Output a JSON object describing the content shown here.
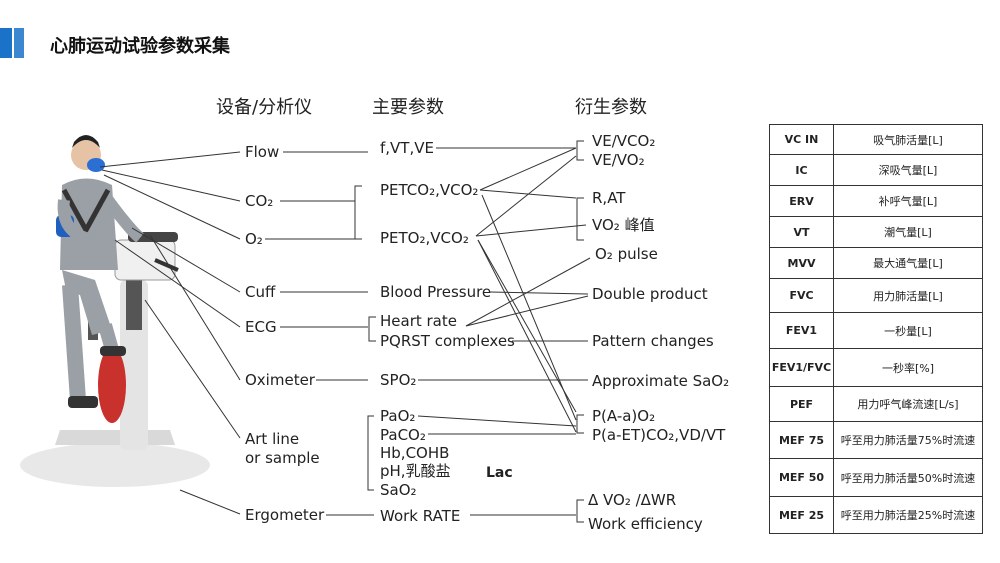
{
  "page": {
    "title": "心肺运动试验参数采集",
    "accent_color": "#1a73c8"
  },
  "headers": {
    "equipment": "设备/分析仪",
    "main_params": "主要参数",
    "derived_params": "衍生参数"
  },
  "equipment": [
    {
      "id": "flow",
      "label": "Flow"
    },
    {
      "id": "co2",
      "label": "CO₂"
    },
    {
      "id": "o2",
      "label": "O₂"
    },
    {
      "id": "cuff",
      "label": "Cuff"
    },
    {
      "id": "ecg",
      "label": "ECG"
    },
    {
      "id": "oximeter",
      "label": "Oximeter"
    },
    {
      "id": "artline1",
      "label": "Art line"
    },
    {
      "id": "artline2",
      "label": "or sample"
    },
    {
      "id": "ergometer",
      "label": "Ergometer"
    }
  ],
  "main": [
    {
      "id": "fvt",
      "label": "f,VT,VE"
    },
    {
      "id": "petco2",
      "label": "PETCO₂,VCO₂"
    },
    {
      "id": "peto2",
      "label": "PETO₂,VCO₂"
    },
    {
      "id": "bp",
      "label": "Blood Pressure"
    },
    {
      "id": "hr",
      "label": "Heart rate"
    },
    {
      "id": "pqrst",
      "label": "PQRST complexes"
    },
    {
      "id": "spo2",
      "label": "SPO₂"
    },
    {
      "id": "pao2",
      "label": "PaO₂"
    },
    {
      "id": "paco2",
      "label": "PaCO₂"
    },
    {
      "id": "hb",
      "label": "Hb,COHB"
    },
    {
      "id": "ph",
      "label": "pH,乳酸盐"
    },
    {
      "id": "sao2",
      "label": "SaO₂"
    },
    {
      "id": "work",
      "label": "Work RATE"
    }
  ],
  "lac_label": "Lac",
  "derived": [
    {
      "id": "veco2",
      "label": "VE/VCO₂"
    },
    {
      "id": "veo2",
      "label": "VE/VO₂"
    },
    {
      "id": "rat",
      "label": "R,AT"
    },
    {
      "id": "vo2peak",
      "label": "VO₂ 峰值"
    },
    {
      "id": "o2pulse",
      "label": "O₂ pulse"
    },
    {
      "id": "dprod",
      "label": "Double product"
    },
    {
      "id": "pattern",
      "label": "Pattern changes"
    },
    {
      "id": "asao2",
      "label": "Approximate SaO₂"
    },
    {
      "id": "pao2diff",
      "label": "P(A-a)O₂"
    },
    {
      "id": "paet",
      "label": "P(a-ET)CO₂,VD/VT"
    },
    {
      "id": "dvo2",
      "label": "Δ VO₂ /ΔWR"
    },
    {
      "id": "workeff",
      "label": "Work efficiency"
    }
  ],
  "param_table": [
    {
      "abbr": "VC IN",
      "desc": "吸气肺活量[L]"
    },
    {
      "abbr": "IC",
      "desc": "深吸气量[L]"
    },
    {
      "abbr": "ERV",
      "desc": "补呼气量[L]"
    },
    {
      "abbr": "VT",
      "desc": "潮气量[L]"
    },
    {
      "abbr": "MVV",
      "desc": "最大通气量[L]"
    },
    {
      "abbr": "FVC",
      "desc": "用力肺活量[L]"
    },
    {
      "abbr": "FEV1",
      "desc": "一秒量[L]"
    },
    {
      "abbr": "FEV1/FVC",
      "desc": "一秒率[%]"
    },
    {
      "abbr": "PEF",
      "desc": "用力呼气峰流速[L/s]"
    },
    {
      "abbr": "MEF 75",
      "desc": "呼至用力肺活量75%时流速"
    },
    {
      "abbr": "MEF 50",
      "desc": "呼至用力肺活量50%时流速"
    },
    {
      "abbr": "MEF 25",
      "desc": "呼至用力肺活量25%时流速"
    }
  ]
}
